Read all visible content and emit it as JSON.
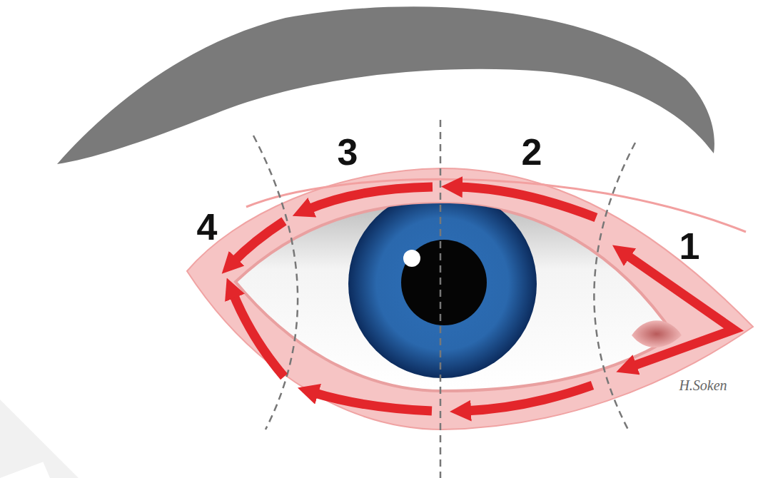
{
  "diagram": {
    "labels": [
      "3",
      "2",
      "4",
      "1",
      "H.Soken"
    ]
  }
}
